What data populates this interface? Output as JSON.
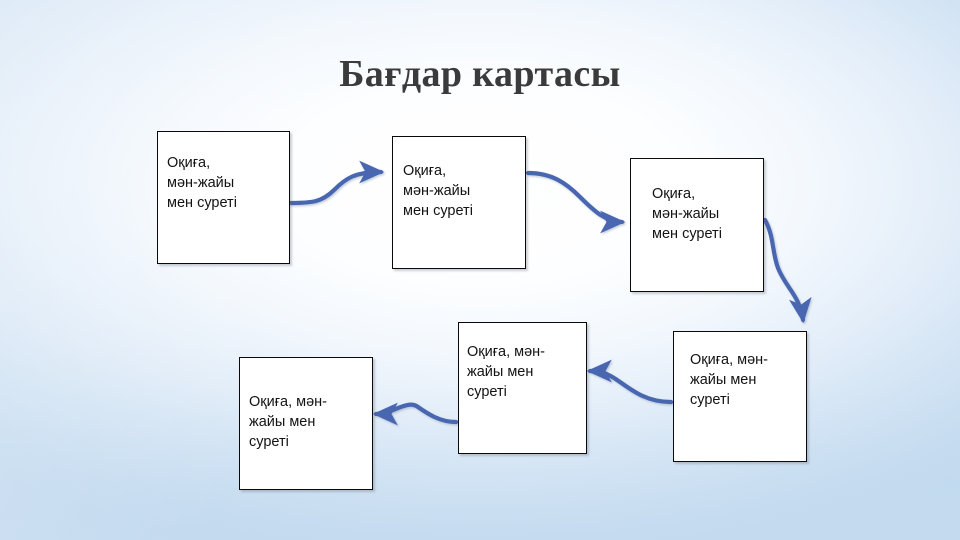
{
  "slide": {
    "title": "Бағдар картасы",
    "background_center_color": "#ffffff",
    "background_edge_color": "#c6dcf0",
    "connector_color": "#4a66b0",
    "node_fill_color": "#ffffff",
    "node_border_color": "#0a0a0a",
    "title_color": "#3b3b3b"
  },
  "nodes": [
    {
      "id": "node1",
      "label": "Оқиға,\nмән-жайы\nмен суреті",
      "order": 1
    },
    {
      "id": "node2",
      "label": "Оқиға,\nмән-жайы\nмен суреті",
      "order": 2
    },
    {
      "id": "node3",
      "label": "Оқиға,\nмән-жайы\nмен суреті",
      "order": 3
    },
    {
      "id": "node4",
      "label": "Оқиға, мән-\nжайы мен\nсуреті",
      "order": 4
    },
    {
      "id": "node5",
      "label": "Оқиға, мән-\nжайы мен\nсуреті",
      "order": 5
    },
    {
      "id": "node6",
      "label": "Оқиға, мән-\nжайы мен\nсуреті",
      "order": 6
    }
  ],
  "connectors": [
    {
      "id": "c1",
      "from": "node1",
      "to": "node2",
      "direction": "right"
    },
    {
      "id": "c2",
      "from": "node2",
      "to": "node3",
      "direction": "right"
    },
    {
      "id": "c3",
      "from": "node3",
      "to": "node4",
      "direction": "down"
    },
    {
      "id": "c4",
      "from": "node4",
      "to": "node5",
      "direction": "left"
    },
    {
      "id": "c5",
      "from": "node5",
      "to": "node6",
      "direction": "left"
    }
  ]
}
